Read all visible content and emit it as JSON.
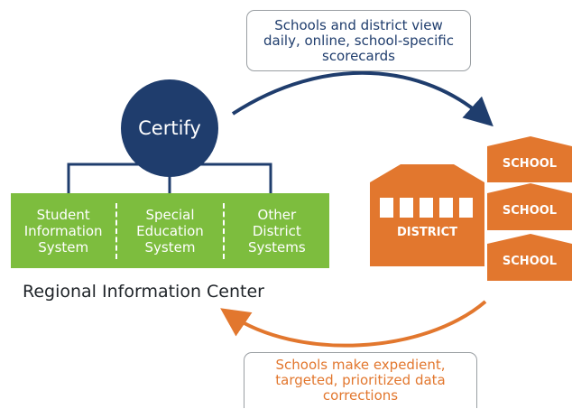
{
  "top_callout": {
    "text": "Schools and district view daily, online, school-specific scorecards"
  },
  "bottom_callout": {
    "text": "Schools make expedient, targeted, prioritized data corrections"
  },
  "certify": {
    "label": "Certify"
  },
  "systems": [
    {
      "label": "Student\nInformation\nSystem"
    },
    {
      "label": "Special\nEducation\nSystem"
    },
    {
      "label": "Other\nDistrict\nSystems"
    }
  ],
  "regional_center": {
    "label": "Regional Information Center"
  },
  "district": {
    "label": "DISTRICT"
  },
  "schools": [
    {
      "label": "SCHOOL"
    },
    {
      "label": "SCHOOL"
    },
    {
      "label": "SCHOOL"
    }
  ],
  "colors": {
    "navy": "#1f3d6d",
    "green": "#7dbd3e",
    "orange": "#e2772e"
  }
}
